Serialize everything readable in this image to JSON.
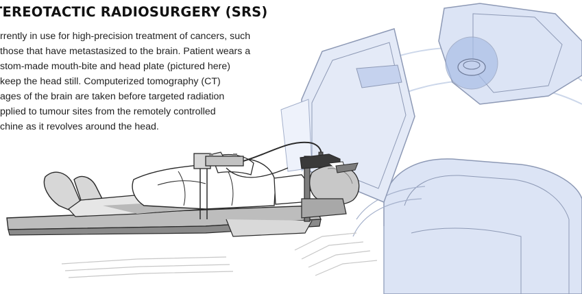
{
  "header": {
    "title": "TEREOTACTIC RADIOSURGERY (SRS)"
  },
  "description": {
    "lines": [
      "rrently in use for high-precision treatment of cancers, such",
      "those that have metastasized to the brain. Patient wears a",
      "stom-made mouth-bite and head plate (pictured here)",
      "keep the head still. Computerized tomography (CT)",
      "ages of the brain are taken before targeted radiation",
      "pplied to tumour sites from the remotely controlled",
      "chine as it revolves around the head."
    ]
  },
  "colors": {
    "machine_fill": "#dce4f5",
    "machine_shade": "#c5d2ee",
    "machine_stroke": "#8d99b5",
    "ring_stroke": "#ccd7ea",
    "line_art": "#2a2a2a",
    "body_grey": "#d7d7d7",
    "table_grey": "#bdbdbd",
    "dark_grey": "#7d7d7d",
    "gantry_blue": "#a9bee6"
  },
  "icons": {
    "illustration": "srs-machine-patient-illustration"
  }
}
